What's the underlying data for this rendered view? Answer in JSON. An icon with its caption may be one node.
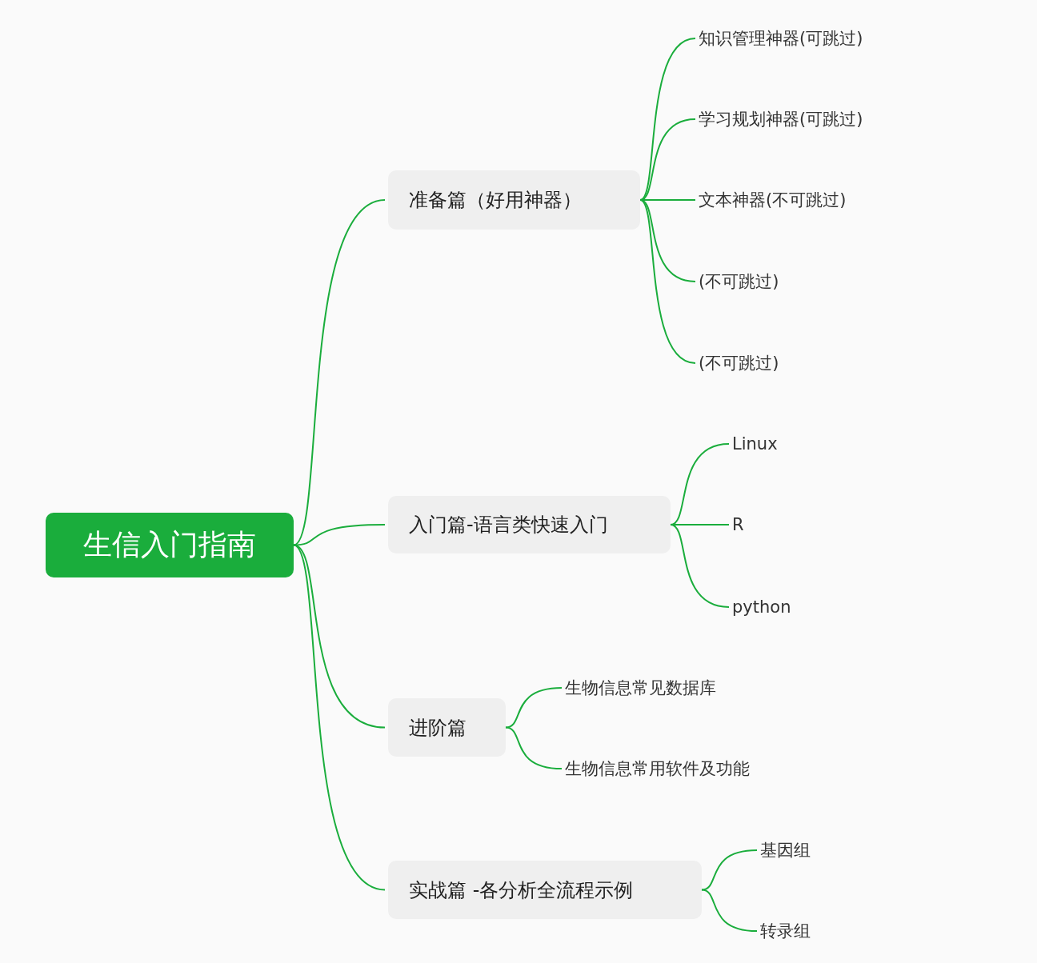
{
  "diagram": {
    "nodes": [
      {
        "text": [
          "生信入门指南"
        ]
      },
      {
        "text": [
          "准备篇（好用神器）"
        ]
      },
      {
        "text": [
          "知识管理神器(可跳过)"
        ]
      },
      {
        "text": [
          "学习规划神器(可跳过)"
        ]
      },
      {
        "text": [
          "文本神器(不可跳过)"
        ]
      },
      {
        "text": [
          "(不可跳过)"
        ]
      },
      {
        "text": [
          "(不可跳过)"
        ]
      },
      {
        "text": [
          "入门篇-语言类快速入门"
        ]
      },
      {
        "text": [
          "Linux"
        ]
      },
      {
        "text": [
          "R"
        ]
      },
      {
        "text": [
          "python"
        ]
      },
      {
        "text": [
          "进阶篇"
        ]
      },
      {
        "text": [
          "生物信息常见数据库"
        ]
      },
      {
        "text": [
          "生物信息常用软件及功能"
        ]
      },
      {
        "text": [
          "实战篇 -各分析全流程示例"
        ]
      },
      {
        "text": [
          "基因组"
        ]
      },
      {
        "text": [
          "转录组"
        ]
      }
    ],
    "edges": [
      {
        "from": 0,
        "to": 1,
        "arrow": "none"
      },
      {
        "from": 0,
        "to": 7,
        "arrow": "none"
      },
      {
        "from": 0,
        "to": 11,
        "arrow": "none"
      },
      {
        "from": 0,
        "to": 14,
        "arrow": "none"
      },
      {
        "from": 1,
        "to": 2,
        "arrow": "none"
      },
      {
        "from": 1,
        "to": 3,
        "arrow": "none"
      },
      {
        "from": 1,
        "to": 4,
        "arrow": "none"
      },
      {
        "from": 1,
        "to": 5,
        "arrow": "none"
      },
      {
        "from": 1,
        "to": 6,
        "arrow": "none"
      },
      {
        "from": 7,
        "to": 8,
        "arrow": "none"
      },
      {
        "from": 7,
        "to": 9,
        "arrow": "none"
      },
      {
        "from": 7,
        "to": 10,
        "arrow": "none"
      },
      {
        "from": 11,
        "to": 12,
        "arrow": "none"
      },
      {
        "from": 11,
        "to": 13,
        "arrow": "none"
      },
      {
        "from": 14,
        "to": 15,
        "arrow": "none"
      },
      {
        "from": 14,
        "to": 16,
        "arrow": "none"
      }
    ]
  }
}
